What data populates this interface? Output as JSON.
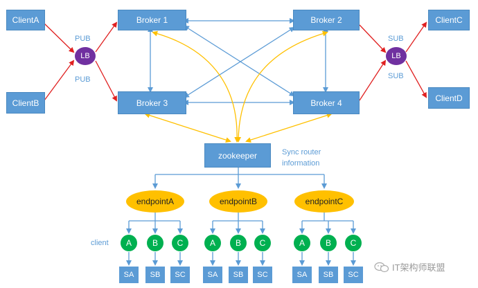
{
  "brokers": [
    "Broker 1",
    "Broker 2",
    "Broker 3",
    "Broker 4"
  ],
  "clients_left": [
    "ClientA",
    "ClientB"
  ],
  "clients_right": [
    "ClientC",
    "ClientD"
  ],
  "lb_label": "LB",
  "pub_label": "PUB",
  "sub_label": "SUB",
  "zookeeper": "zookeeper",
  "sync_note": [
    "Sync router",
    "information"
  ],
  "endpoints": [
    "endpointA",
    "endpointB",
    "endpointC"
  ],
  "client_label": "client",
  "client_nodes": [
    "A",
    "B",
    "C"
  ],
  "sink_nodes": [
    "SA",
    "SB",
    "SC"
  ],
  "watermark": "IT架构师联盟",
  "colors": {
    "box": "#5b9bd5",
    "lb": "#7030a0",
    "endpoint": "#ffc000",
    "client_node": "#00b050",
    "pub_sub_arrow": "#e02020",
    "zk_arrow": "#ffc000"
  }
}
